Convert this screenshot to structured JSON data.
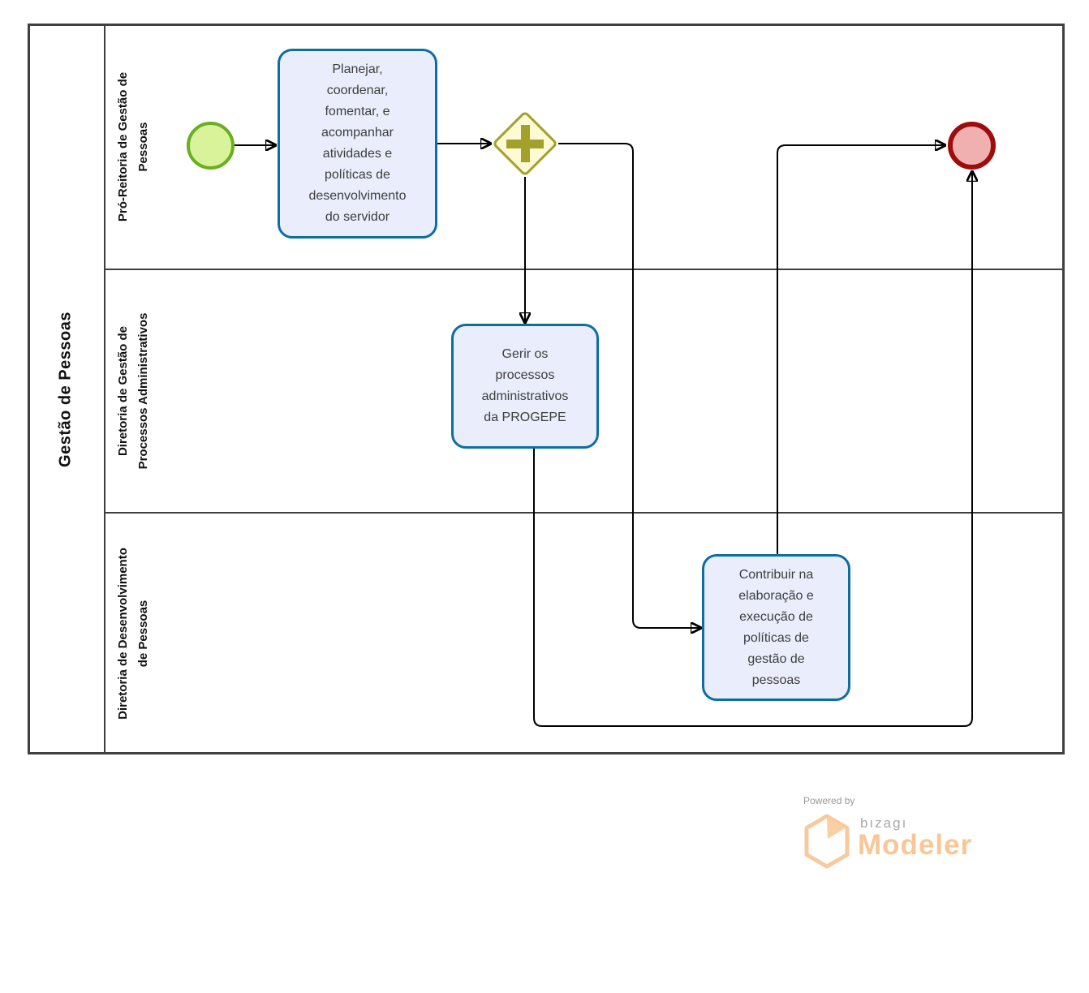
{
  "diagram": {
    "pool_title": "Gestão de Pessoas",
    "lanes": [
      {
        "label": "Pró-Reitoria de Gestão de\nPessoas"
      },
      {
        "label": "Diretoria de Gestão de\nProcessos Administrativos"
      },
      {
        "label": "Diretoria de Desenvolvimento\nde Pessoas"
      }
    ],
    "nodes": {
      "start_event": {
        "type": "start-event"
      },
      "task_planejar": {
        "type": "task",
        "text": "Planejar,\ncoordenar,\nfomentar, e\nacompanhar\natividades e\npolíticas de\ndesenvolvimento\ndo servidor"
      },
      "gateway_parallel": {
        "type": "parallel-gateway"
      },
      "task_gerir": {
        "type": "task",
        "text": "Gerir os\nprocessos\nadministrativos\nda PROGEPE"
      },
      "task_contribuir": {
        "type": "task",
        "text": "Contribuir na\nelaboração e\nexecução de\npolíticas de\ngestão de\npessoas"
      },
      "end_event": {
        "type": "end-event"
      }
    },
    "colors": {
      "task_fill": "#eaeefc",
      "task_border": "#0e6da1",
      "start_fill": "#d9f39b",
      "start_border": "#68af21",
      "gateway_fill": "#fdfad5",
      "gateway_border": "#a2a12b",
      "end_fill": "#f0b0b0",
      "end_border": "#9e0d0d",
      "flow_line": "#000000",
      "pool_border": "#3f3f3f"
    }
  },
  "branding": {
    "powered_by": "Powered by",
    "brand_name": "bızagı",
    "product_name": "Modeler",
    "orange": "#f9c795",
    "gray": "#a9a9a9"
  }
}
